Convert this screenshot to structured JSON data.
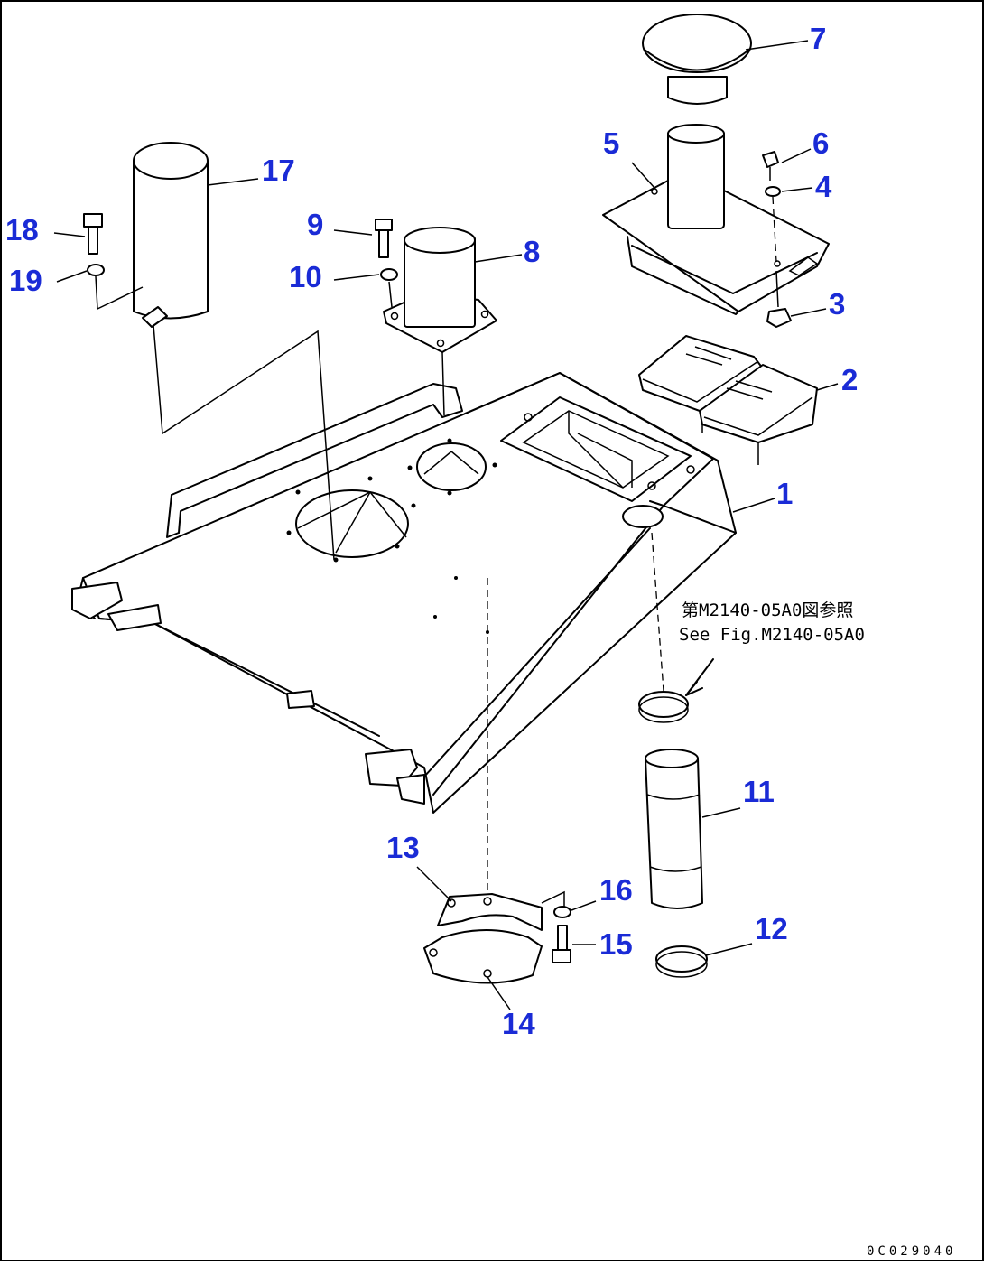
{
  "diagram": {
    "callouts": [
      {
        "id": "1",
        "label": "1"
      },
      {
        "id": "2",
        "label": "2"
      },
      {
        "id": "3",
        "label": "3"
      },
      {
        "id": "4",
        "label": "4"
      },
      {
        "id": "5",
        "label": "5"
      },
      {
        "id": "6",
        "label": "6"
      },
      {
        "id": "7",
        "label": "7"
      },
      {
        "id": "8",
        "label": "8"
      },
      {
        "id": "9",
        "label": "9"
      },
      {
        "id": "10",
        "label": "10"
      },
      {
        "id": "11",
        "label": "11"
      },
      {
        "id": "12",
        "label": "12"
      },
      {
        "id": "13",
        "label": "13"
      },
      {
        "id": "14",
        "label": "14"
      },
      {
        "id": "15",
        "label": "15"
      },
      {
        "id": "16",
        "label": "16"
      },
      {
        "id": "17",
        "label": "17"
      },
      {
        "id": "18",
        "label": "18"
      },
      {
        "id": "19",
        "label": "19"
      }
    ],
    "reference_note": {
      "japanese": "第M2140-05A0図参照",
      "english": "See Fig.M2140-05A0"
    },
    "drawing_code": "0C029040",
    "colors": {
      "callout": "#1a2bd6",
      "line": "#000000",
      "background": "#ffffff"
    }
  }
}
